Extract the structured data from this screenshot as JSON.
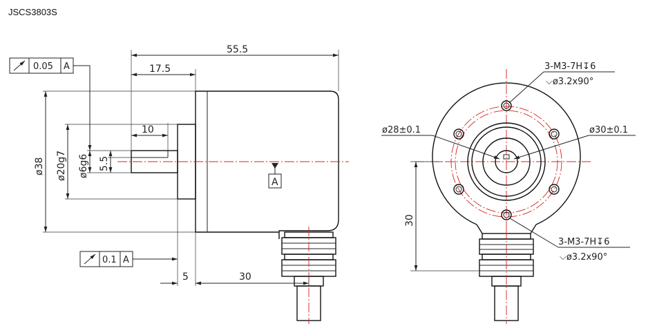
{
  "title": "JSCS3803S",
  "side_view": {
    "dim_total_length": "55.5",
    "dim_flange_to_end": "17.5",
    "dim_shaft_length": "10",
    "dim_body_dia": "ø38",
    "dim_spigot_dia": "ø20g7",
    "dim_shaft_dia": "ø6g6",
    "dim_flat": "5.5",
    "dim_flange_thk": "5",
    "dim_cable_offset": "30",
    "datum_label": "A",
    "runout_top_value": "0.05",
    "runout_top_datum": "A",
    "runout_bottom_value": "0.1",
    "runout_bottom_datum": "A"
  },
  "front_view": {
    "hole_callout_top_1": "3-M3-7H↧6",
    "hole_callout_top_2": "⌵ø3.2x90°",
    "hole_callout_bottom_1": "3-M3-7H↧6",
    "hole_callout_bottom_2": "⌵ø3.2x90°",
    "dim_pcd_inner": "ø28±0.1",
    "dim_pcd_outer": "ø30±0.1",
    "dim_height": "30"
  },
  "colors": {
    "line": "#222222",
    "centerline": "#d62020",
    "background": "#ffffff"
  }
}
